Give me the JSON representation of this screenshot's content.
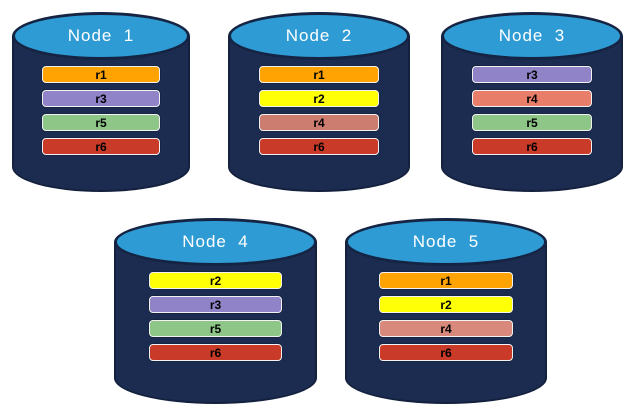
{
  "colors": {
    "background": "#ffffff",
    "cylinder_body": "#1b2c50",
    "cylinder_outline": "#14213e",
    "cylinder_top": "#2e9bd5",
    "title_text": "#ffffff",
    "bar_text": "#000000",
    "bar_border": "#f2f2f2",
    "replica_r1": "#ffa303",
    "replica_r2": "#ffff05",
    "replica_r3": "#9183c7",
    "replica_r4": "#d0806f",
    "replica_r5": "#8dc687",
    "replica_r6": "#c93a28"
  },
  "nodes": [
    {
      "title": "Node  1",
      "bars": [
        {
          "label": "r1",
          "color": "#ffa303"
        },
        {
          "label": "r3",
          "color": "#9183c7"
        },
        {
          "label": "r5",
          "color": "#8dc687"
        },
        {
          "label": "r6",
          "color": "#c93a28"
        }
      ]
    },
    {
      "title": "Node  2",
      "bars": [
        {
          "label": "r1",
          "color": "#ffa303"
        },
        {
          "label": "r2",
          "color": "#ffff05"
        },
        {
          "label": "r4",
          "color": "#cd7c70"
        },
        {
          "label": "r6",
          "color": "#c93a28"
        }
      ]
    },
    {
      "title": "Node  3",
      "bars": [
        {
          "label": "r3",
          "color": "#9183c7"
        },
        {
          "label": "r4",
          "color": "#e87e6a"
        },
        {
          "label": "r5",
          "color": "#8dc687"
        },
        {
          "label": "r6",
          "color": "#c93a28"
        }
      ]
    },
    {
      "title": "Node  4",
      "bars": [
        {
          "label": "r2",
          "color": "#ffff05"
        },
        {
          "label": "r3",
          "color": "#9183c7"
        },
        {
          "label": "r5",
          "color": "#8dc687"
        },
        {
          "label": "r6",
          "color": "#c93a28"
        }
      ]
    },
    {
      "title": "Node  5",
      "bars": [
        {
          "label": "r1",
          "color": "#ffa303"
        },
        {
          "label": "r2",
          "color": "#ffff05"
        },
        {
          "label": "r4",
          "color": "#d9897b"
        },
        {
          "label": "r6",
          "color": "#c93a28"
        }
      ]
    }
  ]
}
